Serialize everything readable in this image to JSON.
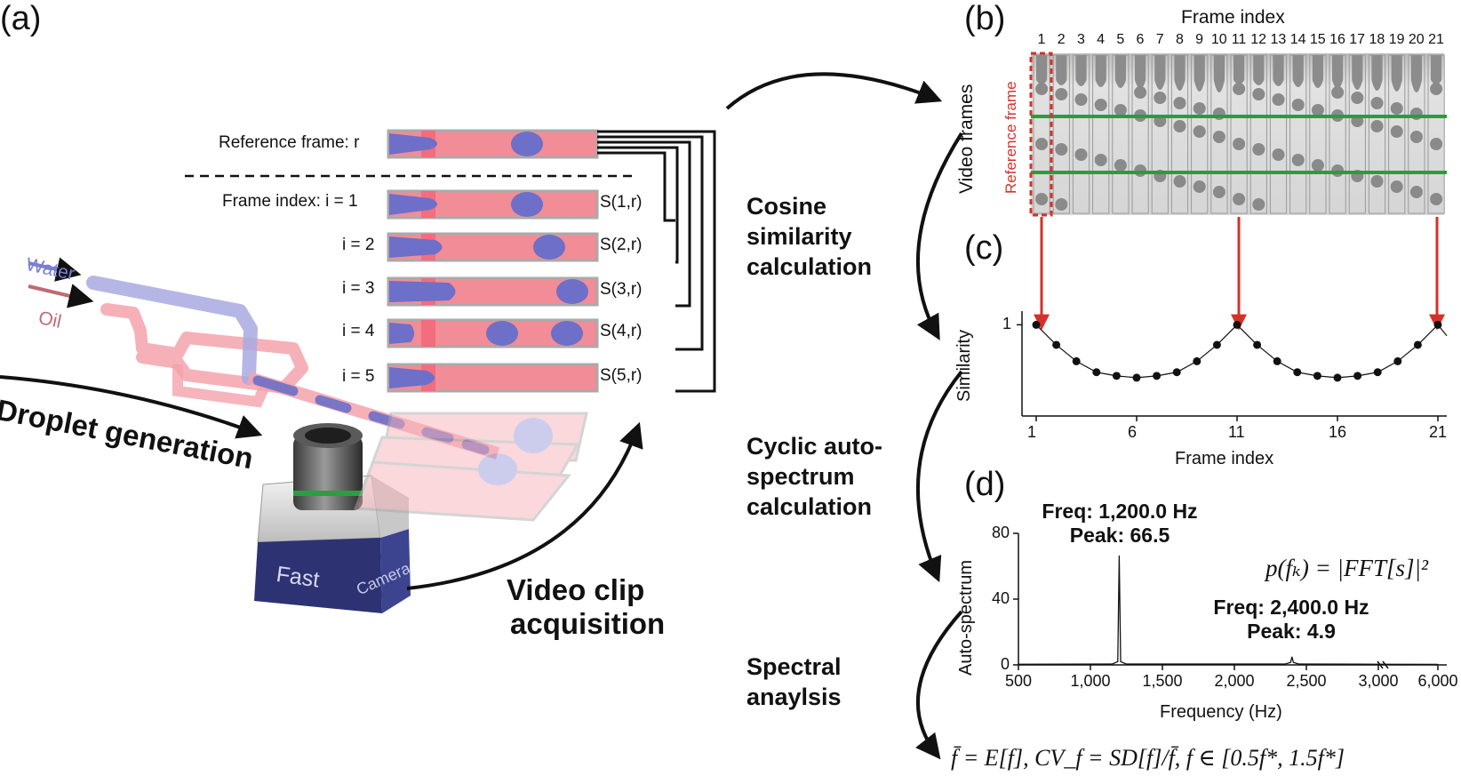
{
  "panels": {
    "a": "(a)",
    "b": "(b)",
    "c": "(c)",
    "d": "(d)"
  },
  "left": {
    "water": "Water",
    "oil": "Oil",
    "droplet_generation": "Droplet generation",
    "fast": "Fast",
    "camera": "Camera",
    "video_clip": [
      "Video clip",
      "acquisition"
    ],
    "reference_frame": "Reference frame: r",
    "frame_index_1": "Frame index: i = 1",
    "frame_labels": [
      "i = 2",
      "i = 3",
      "i = 4",
      "i = 5"
    ],
    "similarity_labels": [
      "S(1,r)",
      "S(2,r)",
      "S(3,r)",
      "S(4,r)",
      "S(5,r)"
    ]
  },
  "steps": {
    "cosine": [
      "Cosine",
      "similarity",
      "calculation"
    ],
    "cyclic": [
      "Cyclic auto-",
      "spectrum",
      "calculation"
    ],
    "spectral": [
      "Spectral",
      "anaylsis"
    ]
  },
  "video": {
    "title": "Frame index",
    "ylabel": "Video frames",
    "ref_label": "Reference frame",
    "frame_numbers": [
      "1",
      "2",
      "3",
      "4",
      "5",
      "6",
      "7",
      "8",
      "9",
      "10",
      "11",
      "12",
      "13",
      "14",
      "15",
      "16",
      "17",
      "18",
      "19",
      "20",
      "21"
    ]
  },
  "formulas": {
    "autospectrum": "p(fₖ) = |FFT[s]|²",
    "stats": "f̄ = E[f], CV_f = SD[f]/f̄, f ∈ [0.5f*, 1.5f*]"
  },
  "annotations": {
    "peak1": [
      "Freq: 1,200.0 Hz",
      "Peak: 66.5"
    ],
    "peak2": [
      "Freq: 2,400.0 Hz",
      "Peak: 4.9"
    ]
  },
  "colors": {
    "water": "#6d6fc8",
    "oil": "#f28c96",
    "arrow_red": "#d3322b",
    "green_line": "#2f9a3a"
  },
  "chart_data": [
    {
      "type": "line",
      "xlabel": "Frame index",
      "ylabel": "Similarity",
      "x": [
        1,
        2,
        3,
        4,
        5,
        6,
        7,
        8,
        9,
        10,
        11,
        12,
        13,
        14,
        15,
        16,
        17,
        18,
        19,
        20,
        21
      ],
      "y": [
        1.0,
        0.78,
        0.6,
        0.48,
        0.44,
        0.42,
        0.44,
        0.48,
        0.6,
        0.78,
        1.0,
        0.78,
        0.6,
        0.48,
        0.44,
        0.42,
        0.44,
        0.48,
        0.6,
        0.78,
        1.0
      ],
      "xticks": [
        "1",
        "6",
        "11",
        "16",
        "21"
      ],
      "yticks": [
        "1"
      ],
      "xlim": [
        1,
        22
      ],
      "ylim": [
        0,
        1.15
      ]
    },
    {
      "type": "line",
      "xlabel": "Frequency (Hz)",
      "ylabel": "Auto-spectrum",
      "x": [
        500,
        1150,
        1190,
        1200,
        1210,
        1250,
        2350,
        2390,
        2400,
        2410,
        2450,
        3000,
        6000
      ],
      "y": [
        0.4,
        0.5,
        2,
        66.5,
        2,
        0.5,
        0.5,
        1.5,
        4.9,
        1.5,
        0.5,
        0.4,
        0.3
      ],
      "xticks": [
        "500",
        "1,000",
        "1,500",
        "2,000",
        "2,500",
        "3,000",
        "6,000"
      ],
      "yticks": [
        "0",
        "40",
        "80"
      ],
      "ylim": [
        0,
        80
      ],
      "broken_axis": [
        3000,
        6000
      ]
    }
  ]
}
